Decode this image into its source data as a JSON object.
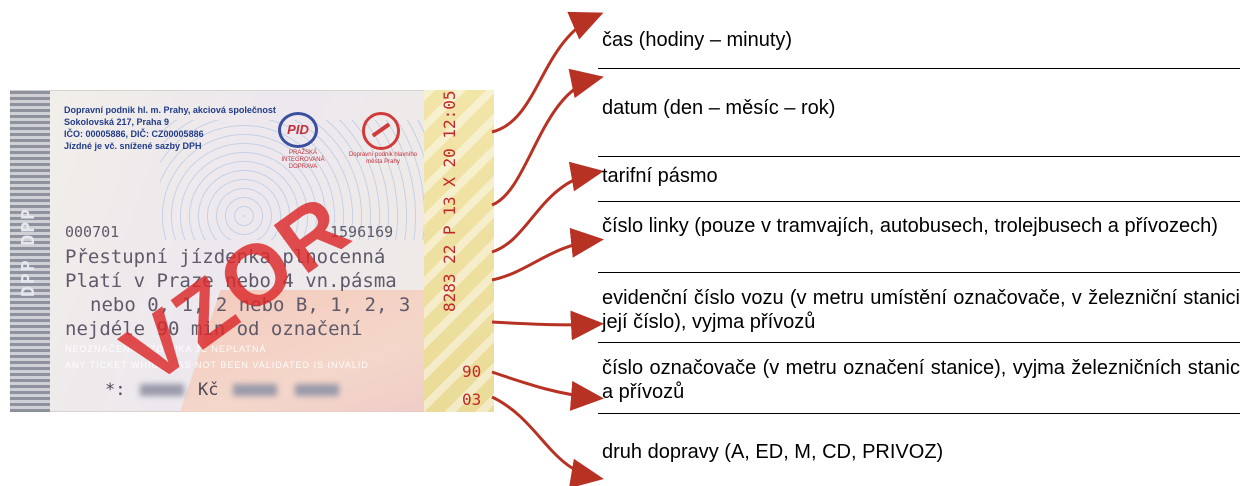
{
  "ticket": {
    "issuer_lines": [
      "Dopravní podnik hl. m. Prahy, akciová společnost",
      "Sokolovská 217, Praha 9",
      "IČO: 00005886, DIČ: CZ00005886",
      "Jízdné je vč. snížené sazby DPH"
    ],
    "pid_logo": "PID",
    "pid_subtitle": "PRAŽSKÁ INTEGROVANÁ DOPRAVA",
    "dpp_subtitle": "Dopravní podnik hlavního města Prahy",
    "serial_left": "000701",
    "serial_right": "1596169",
    "line_transfer": "Přestupní jízdenka plnocenná",
    "line_valid": "Platí v Praze nebo 4 vn.pásma",
    "line_zones": "nebo 0, 1, 2 nebo B, 1, 2, 3",
    "line_duration": "nejdéle 90 min od označení",
    "notice_cz": "NEOZNAČENÁ JÍZDENKA JE NEPLATNÁ",
    "notice_en": "ANY TICKET WHICH HAS NOT BEEN VALIDATED IS INVALID",
    "price_prefix": "*:",
    "currency": "Kč",
    "stamp": "VZOR",
    "left_strip": "DPP DPP",
    "print_vertical": "8283 22 P 13 X 20 12:05",
    "print_90": "90",
    "print_03": "03"
  },
  "labels": [
    {
      "id": "time",
      "text": "čas (hodiny – minuty)"
    },
    {
      "id": "date",
      "text": "datum (den – měsíc – rok)"
    },
    {
      "id": "zone",
      "text": "tarifní pásmo"
    },
    {
      "id": "line",
      "text": "číslo linky (pouze v tramvajích, autobusech, trolejbusech a přívozech)"
    },
    {
      "id": "vehicle",
      "text": "evidenční číslo vozu (v metru umístění označovače, v železniční stanici její číslo), vyjma přívozů"
    },
    {
      "id": "validator",
      "text": "číslo označovače (v metru označení stanice), vyjma železničních stanic a přívozů"
    },
    {
      "id": "transport",
      "text": "druh dopravy (A, ED, M, CD, PRIVOZ)"
    }
  ],
  "colors": {
    "arrow": "#b83224",
    "print": "#c0282c",
    "stamp": "#dc2828"
  }
}
